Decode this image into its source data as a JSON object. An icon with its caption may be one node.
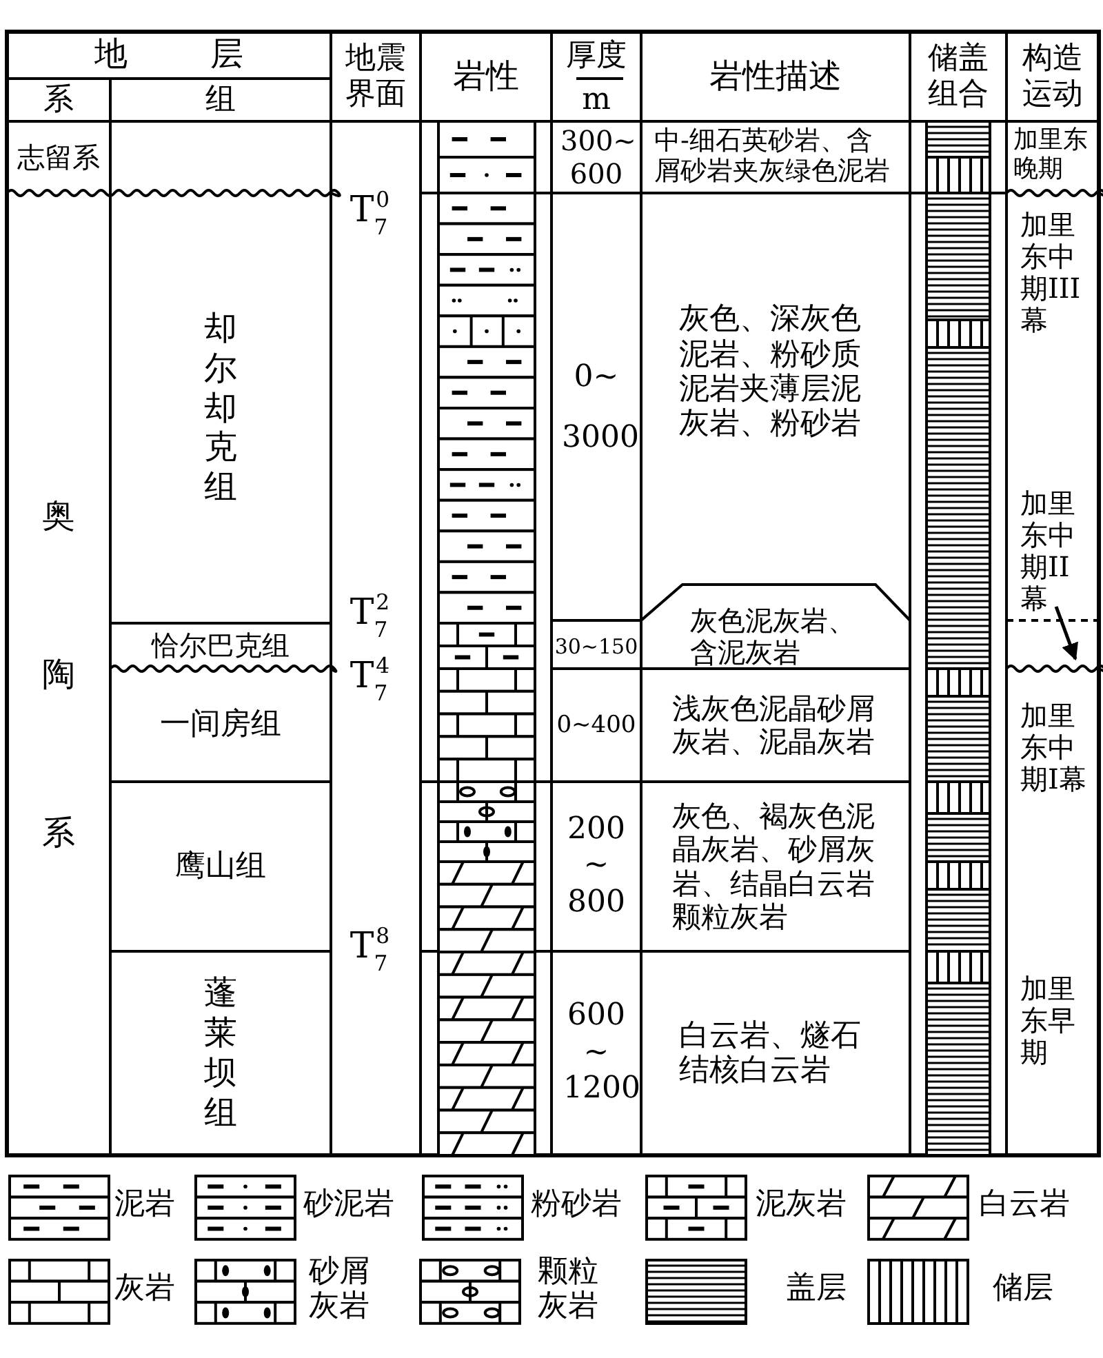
{
  "diagram": {
    "nodes": [
      {
        "text": [
          "灰色泥灰岩、含泥灰岩"
        ]
      }
    ],
    "labels": [
      "地层",
      "地震界面",
      "岩性",
      "厚度",
      "m",
      "岩性描述",
      "储盖组合",
      "构造运动",
      "系",
      "组",
      "志留系",
      "300~ 600",
      "中-细石英砂岩、含屑砂岩夹灰绿色泥岩",
      "加里东晚期",
      "T$_{7}$$^{0}$",
      "却尔却克组",
      "0~ 3000",
      "灰色、深灰色泥岩、粉砂质泥岩夹薄层泥灰岩、粉砂岩",
      "加里东中期III幕",
      "奥陶系",
      "加里东中期II幕",
      "T$_{7}$$^{2}$",
      "恰尔巴克组",
      "30~150",
      "T$_{7}$$^{4}$",
      "一间房组",
      "0~400",
      "浅灰色泥晶砂屑灰岩、泥晶灰岩",
      "加里东中期I幕",
      "鹰山组",
      "200 ~ 800",
      "灰色、褐灰色泥晶灰岩、砂屑灰岩、结晶白云岩颗粒灰岩",
      "T$_{7}$$^{8}$",
      "蓬莱坝组",
      "600 ~ 1200",
      "白云岩、燧石结核白云岩",
      "加里东早期"
    ],
    "legend": [
      {
        "text": "泥岩"
      },
      {
        "text": "砂泥岩"
      },
      {
        "text": "粉砂岩"
      },
      {
        "text": "泥灰岩"
      },
      {
        "text": "白云岩"
      },
      {
        "text": "灰岩"
      },
      {
        "text": "砂屑灰岩"
      },
      {
        "text": "颗粒灰岩"
      },
      {
        "text": "盖层"
      },
      {
        "text": "储层"
      }
    ]
  }
}
